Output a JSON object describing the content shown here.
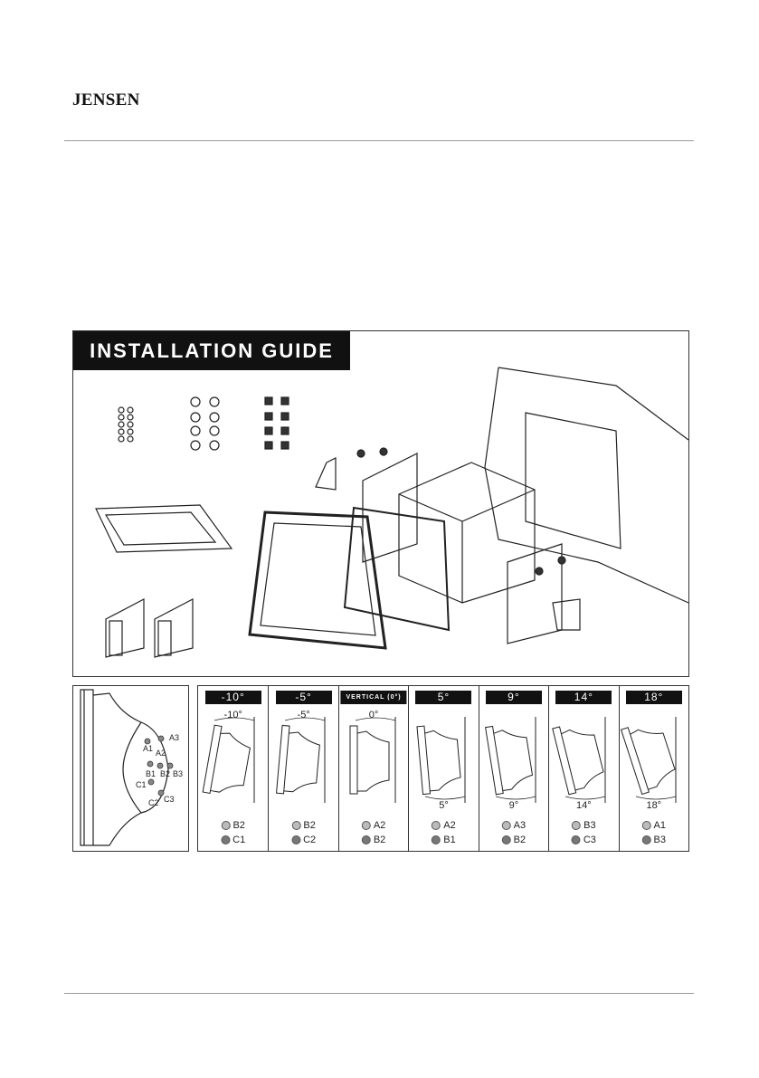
{
  "brand": {
    "logo_text": "JENSEN"
  },
  "guide": {
    "title": "INSTALLATION GUIDE"
  },
  "pin_diagram": {
    "labels": [
      "A3",
      "A1",
      "A2",
      "B1",
      "B2",
      "B3",
      "C1",
      "C2",
      "C3"
    ]
  },
  "angles": [
    {
      "label": "-10°",
      "arc_label": "-10°",
      "positions": [
        {
          "name": "B2",
          "tone": "light"
        },
        {
          "name": "C1",
          "tone": "dark"
        }
      ]
    },
    {
      "label": "-5°",
      "arc_label": "-5°",
      "positions": [
        {
          "name": "B2",
          "tone": "light"
        },
        {
          "name": "C2",
          "tone": "dark"
        }
      ]
    },
    {
      "label": "VERTICAL (0°)",
      "arc_label": "0°",
      "positions": [
        {
          "name": "A2",
          "tone": "light"
        },
        {
          "name": "B2",
          "tone": "dark"
        }
      ]
    },
    {
      "label": "5°",
      "arc_label": "5°",
      "positions": [
        {
          "name": "A2",
          "tone": "light"
        },
        {
          "name": "B1",
          "tone": "dark"
        }
      ]
    },
    {
      "label": "9°",
      "arc_label": "9°",
      "positions": [
        {
          "name": "A3",
          "tone": "light"
        },
        {
          "name": "B2",
          "tone": "dark"
        }
      ]
    },
    {
      "label": "14°",
      "arc_label": "14°",
      "positions": [
        {
          "name": "B3",
          "tone": "light"
        },
        {
          "name": "C3",
          "tone": "dark"
        }
      ]
    },
    {
      "label": "18°",
      "arc_label": "18°",
      "positions": [
        {
          "name": "A1",
          "tone": "light"
        },
        {
          "name": "B3",
          "tone": "dark"
        }
      ]
    }
  ]
}
